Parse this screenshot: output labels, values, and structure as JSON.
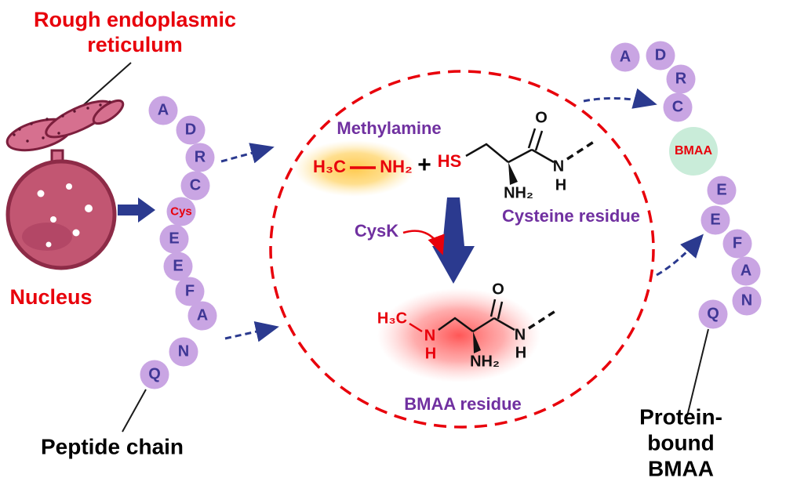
{
  "labels": {
    "rough_er": "Rough endoplasmic\nreticulum",
    "nucleus": "Nucleus",
    "peptide_chain": "Peptide chain",
    "protein_bound_bmaa": "Protein-bound\nBMAA",
    "methylamine": "Methylamine",
    "cysteine_residue": "Cysteine residue",
    "cysk": "CysK",
    "bmaa_residue": "BMAA residue"
  },
  "chem": {
    "h3c": "H₃C",
    "nh2": "NH₂",
    "hs": "HS",
    "o": "O",
    "n": "N",
    "h": "H",
    "plus": "+"
  },
  "left_chain": [
    "A",
    "D",
    "R",
    "C",
    "Cys",
    "E",
    "E",
    "F",
    "A",
    "N",
    "Q"
  ],
  "right_chain": [
    "A",
    "D",
    "R",
    "C",
    "BMAA",
    "E",
    "E",
    "F",
    "A",
    "N",
    "Q"
  ],
  "colors": {
    "accent_red": "#e8000b",
    "accent_purple": "#7030a0",
    "arrow_navy": "#2b3a8f",
    "bead_fill": "#c9a5e3",
    "bead_text": "#3f3795",
    "bmaa_bead_fill": "#c9ecd9",
    "glow_yellow": "#ffc94d",
    "glow_red": "#ff4d4d",
    "nucleus_fill": "#c25672",
    "nucleus_border": "#8d2b47"
  }
}
